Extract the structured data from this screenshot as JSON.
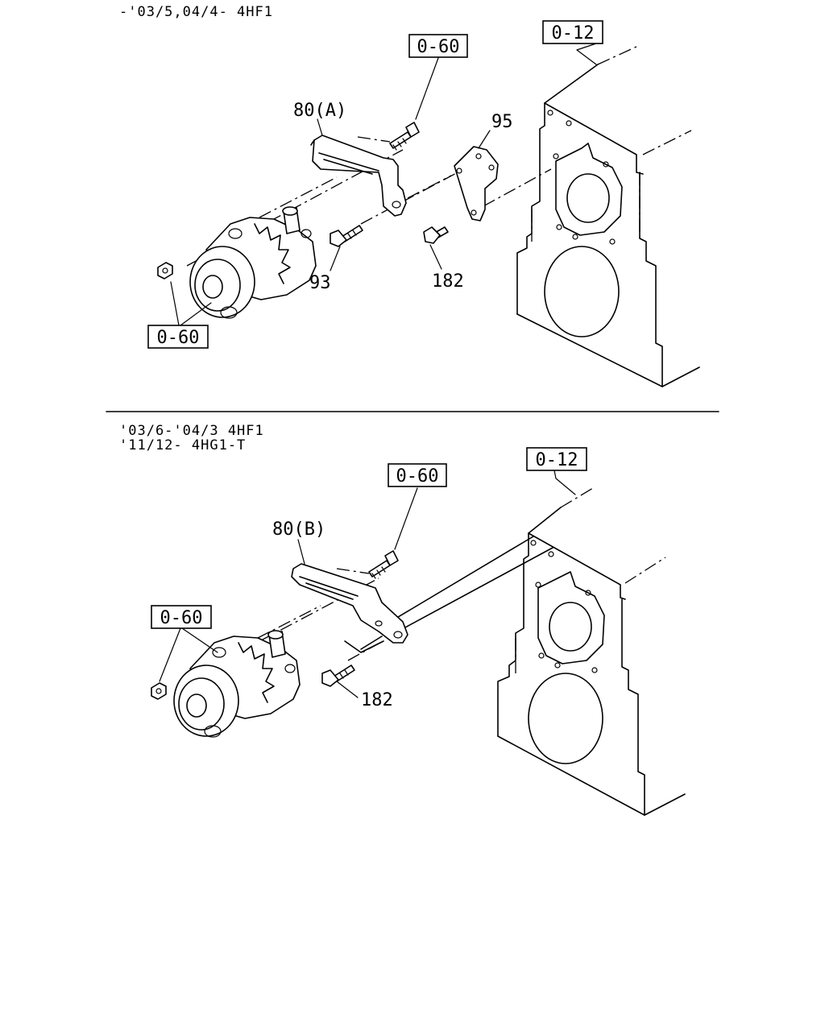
{
  "diagram": {
    "top_section": {
      "header_lines": [
        "-'03/5,04/4- 4HF1"
      ],
      "labels": {
        "engine_ref": "0-12",
        "bolt_ref": "0-60",
        "nut_ref": "0-60",
        "bracket": "80(A)",
        "plate": "95",
        "bolt_93": "93",
        "bolt_182": "182"
      }
    },
    "bottom_section": {
      "header_lines": [
        "'03/6-'04/3 4HF1",
        "'11/12- 4HG1-T"
      ],
      "labels": {
        "engine_ref": "0-12",
        "bolt_ref": "0-60",
        "nut_ref": "0-60",
        "bracket": "80(B)",
        "bolt_182": "182"
      }
    }
  }
}
